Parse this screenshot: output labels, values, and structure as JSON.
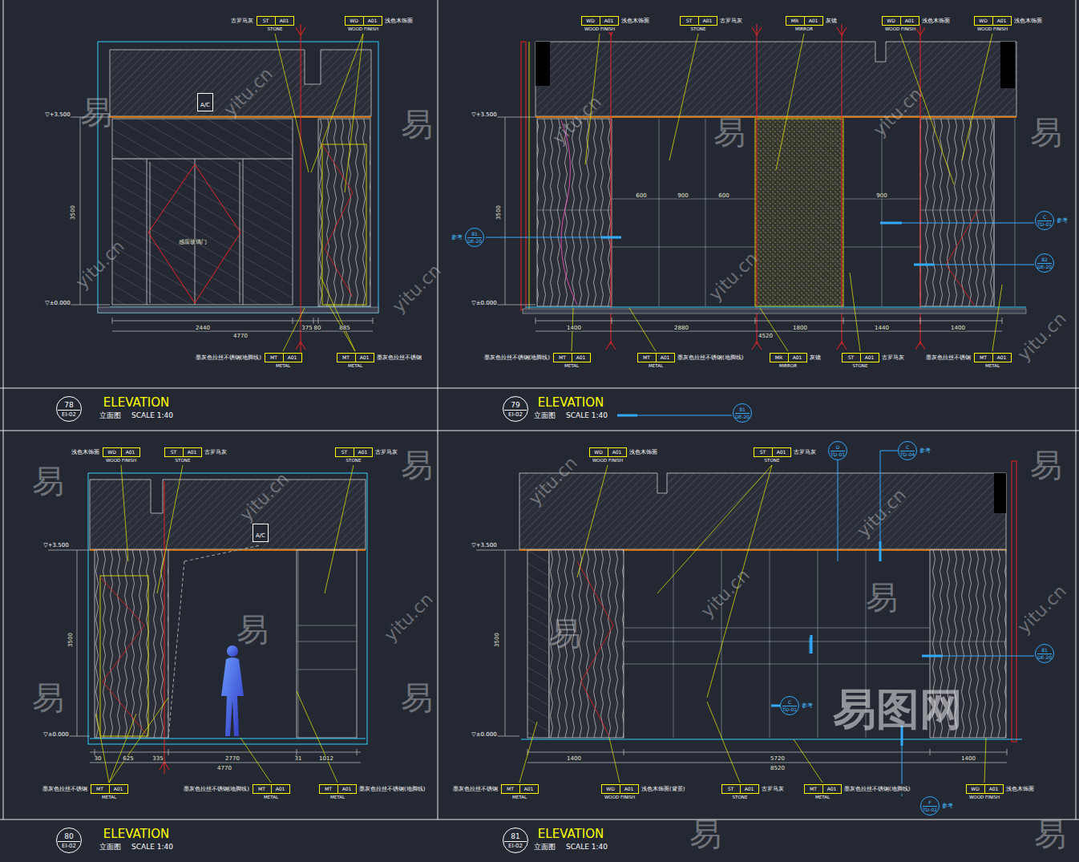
{
  "diagram": {
    "nodes": [
      {
        "text": [
          "古罗马灰",
          "ST",
          "A01",
          "STONE"
        ]
      },
      {
        "text": [
          "浅色木饰面",
          "WD",
          "A01",
          "WOOD FINISH"
        ]
      },
      {
        "text": [
          "墨灰色拉丝不锈钢(地脚线)",
          "MT",
          "A01",
          "METAL"
        ]
      },
      {
        "text": [
          "墨灰色拉丝不锈钢",
          "MT",
          "A01",
          "METAL"
        ]
      },
      {
        "text": [
          "78",
          "EI-02"
        ]
      },
      {
        "text": [
          "浅色木饰面",
          "WD",
          "A01",
          "WOOD FINISH"
        ]
      },
      {
        "text": [
          "古罗马灰",
          "ST",
          "A01",
          "STONE"
        ]
      },
      {
        "text": [
          "灰镜",
          "MR",
          "A01",
          "MIRROR"
        ]
      },
      {
        "text": [
          "浅色木饰面",
          "WD",
          "A01",
          "WOOD FINISH"
        ]
      },
      {
        "text": [
          "浅色木饰面",
          "WD",
          "A01",
          "WOOD FINISH"
        ]
      },
      {
        "text": [
          "墨灰色拉丝不锈钢(地脚线)",
          "MT",
          "A01",
          "METAL"
        ]
      },
      {
        "text": [
          "墨灰色拉丝不锈钢(地脚线)",
          "MT",
          "A01",
          "METAL"
        ]
      },
      {
        "text": [
          "灰镜",
          "MR",
          "A01",
          "MIRROR"
        ]
      },
      {
        "text": [
          "古罗马灰",
          "ST",
          "A01",
          "STONE"
        ]
      },
      {
        "text": [
          "墨灰色拉丝不锈钢",
          "MT",
          "A01",
          "METAL"
        ]
      },
      {
        "text": [
          "81",
          "DE-20",
          "参考"
        ]
      },
      {
        "text": [
          "C",
          "TD-01",
          "参考"
        ]
      },
      {
        "text": [
          "82",
          "DE-20"
        ]
      },
      {
        "text": [
          "79",
          "EI-02"
        ]
      },
      {
        "text": [
          "81",
          "DE-20"
        ]
      },
      {
        "text": [
          "浅色木饰面",
          "WD",
          "A01",
          "WOOD FINISH"
        ]
      },
      {
        "text": [
          "古罗马灰",
          "ST",
          "A01",
          "STONE"
        ]
      },
      {
        "text": [
          "古罗马灰",
          "ST",
          "A01",
          "STONE"
        ]
      },
      {
        "text": [
          "墨灰色拉丝不锈钢",
          "MT",
          "A01",
          "METAL"
        ]
      },
      {
        "text": [
          "墨灰色拉丝不锈钢(地脚线)",
          "MT",
          "A01",
          "METAL"
        ]
      },
      {
        "text": [
          "墨灰色拉丝不锈钢(地脚线)",
          "MT",
          "A01",
          "METAL"
        ]
      },
      {
        "text": [
          "80",
          "EI-02"
        ]
      },
      {
        "text": [
          "浅色木饰面",
          "WD",
          "A01",
          "WOOD FINISH"
        ]
      },
      {
        "text": [
          "古罗马灰",
          "ST",
          "A01",
          "STONE"
        ]
      },
      {
        "text": [
          "D",
          "TD-01"
        ]
      },
      {
        "text": [
          "C",
          "TD-04",
          "参考"
        ]
      },
      {
        "text": [
          "墨灰色拉丝不锈钢",
          "MT",
          "A01",
          "METAL"
        ]
      },
      {
        "text": [
          "浅色木饰面(背景)",
          "WD",
          "A01",
          "WOOD FINISH"
        ]
      },
      {
        "text": [
          "古罗马灰",
          "ST",
          "A01",
          "STONE"
        ]
      },
      {
        "text": [
          "墨灰色拉丝不锈钢(地脚线)",
          "MT",
          "A01",
          "METAL"
        ]
      },
      {
        "text": [
          "F",
          "TD-02",
          "参考"
        ]
      },
      {
        "text": [
          "浅色木饰面",
          "WD",
          "A01",
          "WOOD FINISH"
        ]
      },
      {
        "text": [
          "81",
          "DE-20"
        ]
      },
      {
        "text": [
          "C",
          "TD-01",
          "参考"
        ]
      },
      {
        "text": [
          "81",
          "EI-02"
        ]
      },
      {
        "text": [
          "A/C"
        ]
      },
      {
        "text": [
          "A/C"
        ]
      }
    ],
    "labels": [
      "▽+3.500",
      "▽±0.000",
      "3500",
      "感应玻璃门",
      "2440",
      "4770",
      "375",
      "80",
      "885",
      "ELEVATION",
      "立面图",
      "SCALE  1:40",
      "▽+3.500",
      "▽±0.000",
      "3500",
      "1400",
      "2880",
      "1800",
      "1440",
      "1400",
      "4520",
      "600",
      "900",
      "600",
      "900",
      "ELEVATION",
      "立面图",
      "SCALE  1:40",
      "▽+3.500",
      "▽±0.000",
      "3500",
      "30",
      "625",
      "335",
      "2770",
      "31",
      "1012",
      "4770",
      "ELEVATION",
      "立面图",
      "SCALE  1:40",
      "▽+3.500",
      "▽±0.000",
      "3500",
      "1400",
      "5720",
      "1400",
      "8520",
      "ELEVATION",
      "立面图",
      "SCALE  1:40",
      "易",
      "易",
      "易",
      "易",
      "易",
      "易",
      "易",
      "易",
      "易",
      "易",
      "易",
      "易",
      "易",
      "易",
      "yitu.cn",
      "yitu.cn",
      "yitu.cn",
      "yitu.cn",
      "yitu.cn",
      "yitu.cn",
      "yitu.cn",
      "yitu.cn",
      "yitu.cn",
      "yitu.cn",
      "yitu.cn",
      "yitu.cn",
      "yitu.cn",
      "易图网"
    ]
  }
}
